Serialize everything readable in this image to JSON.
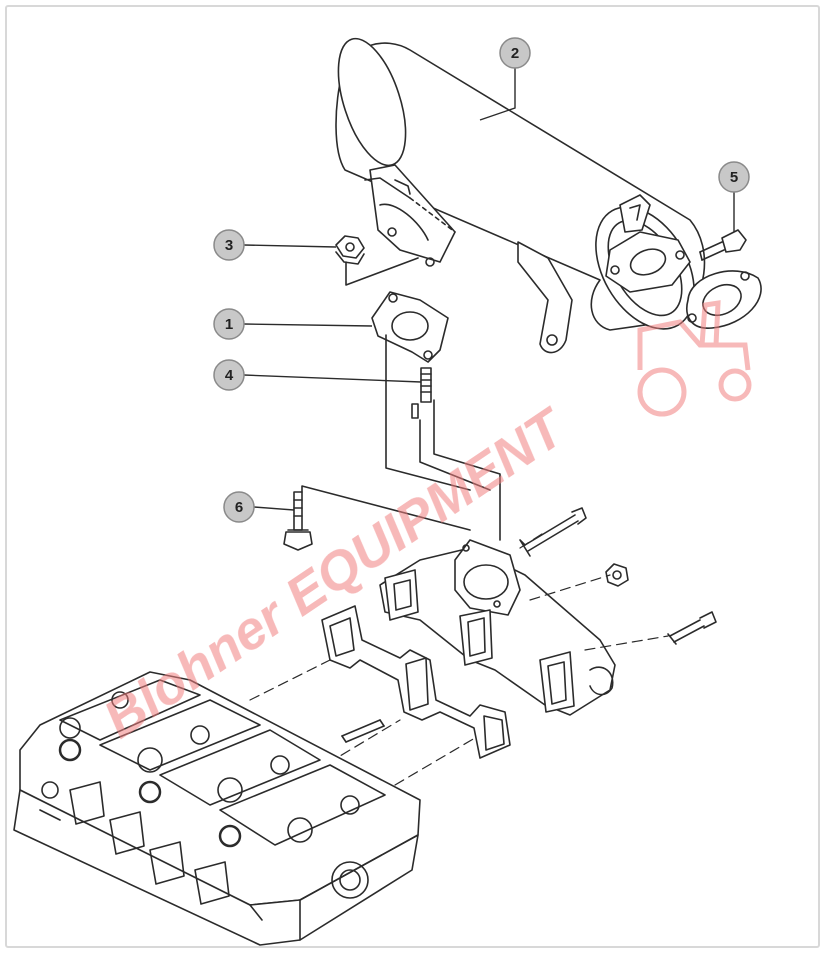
{
  "diagram": {
    "callouts": [
      {
        "id": "callout-1",
        "number": "1",
        "part": "gasket"
      },
      {
        "id": "callout-2",
        "number": "2",
        "part": "muffler"
      },
      {
        "id": "callout-3",
        "number": "3",
        "part": "flange-nut"
      },
      {
        "id": "callout-4",
        "number": "4",
        "part": "stud-bolt"
      },
      {
        "id": "callout-5",
        "number": "5",
        "part": "bolt"
      },
      {
        "id": "callout-6",
        "number": "6",
        "part": "flange-bolt"
      }
    ],
    "watermark": {
      "text": "Blohner EQUIPMENT",
      "color": "#f08080",
      "icon": "tractor-icon"
    },
    "colors": {
      "line": "#2b2b2b",
      "callout_fill": "#c8c8c8",
      "callout_stroke": "#8a8a8a"
    }
  }
}
